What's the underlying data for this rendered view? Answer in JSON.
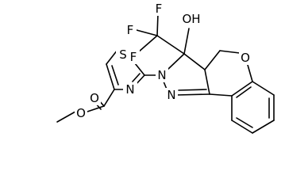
{
  "colors": {
    "bond": "#000000",
    "background": "#ffffff"
  },
  "atoms": {
    "s_thiazole": "S",
    "n_thiazole": "N",
    "o_carbonyl": "O",
    "o_ester": "O",
    "n_pyrazole_2": "N",
    "n_pyrazole_1": "N",
    "o_pyran": "O",
    "oh": "OH",
    "f1": "F",
    "f2": "F",
    "f3": "F"
  }
}
